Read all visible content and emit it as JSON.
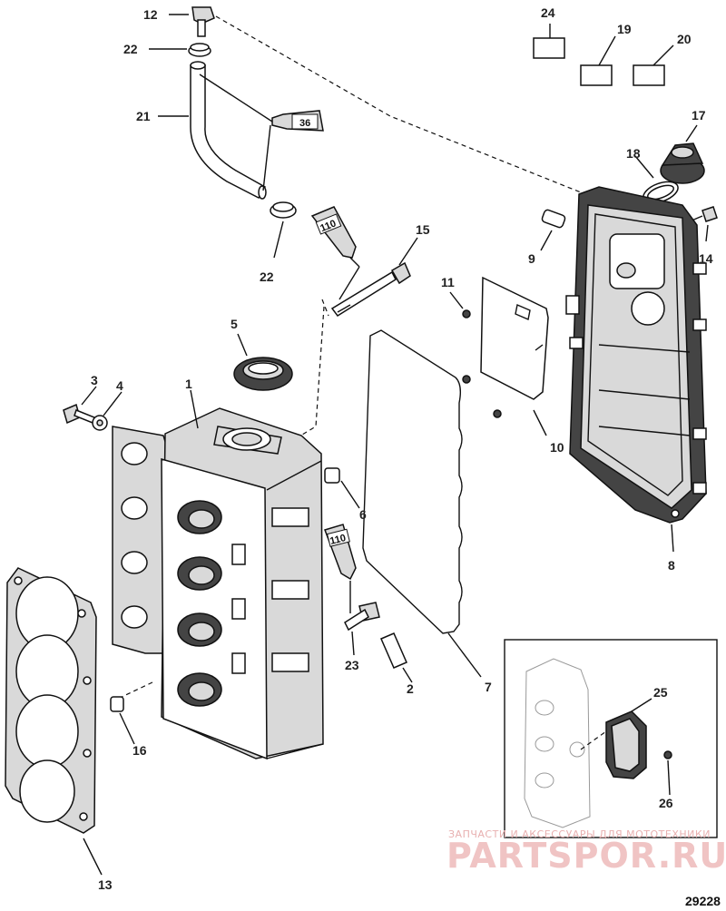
{
  "figure_number": "29228",
  "watermark": {
    "caption": "ЗАПЧАСТИ И АКСЕССУАРЫ ДЛЯ МОТОТЕХНИКИ",
    "logo": "PARTSPOR.RU"
  },
  "sealant_tubes": [
    "36",
    "110",
    "110"
  ],
  "callouts": [
    "12",
    "22",
    "21",
    "22",
    "24",
    "19",
    "20",
    "17",
    "18",
    "14",
    "9",
    "15",
    "11",
    "10",
    "8",
    "5",
    "3",
    "4",
    "1",
    "6",
    "7",
    "2",
    "23",
    "16",
    "13",
    "25",
    "26"
  ]
}
